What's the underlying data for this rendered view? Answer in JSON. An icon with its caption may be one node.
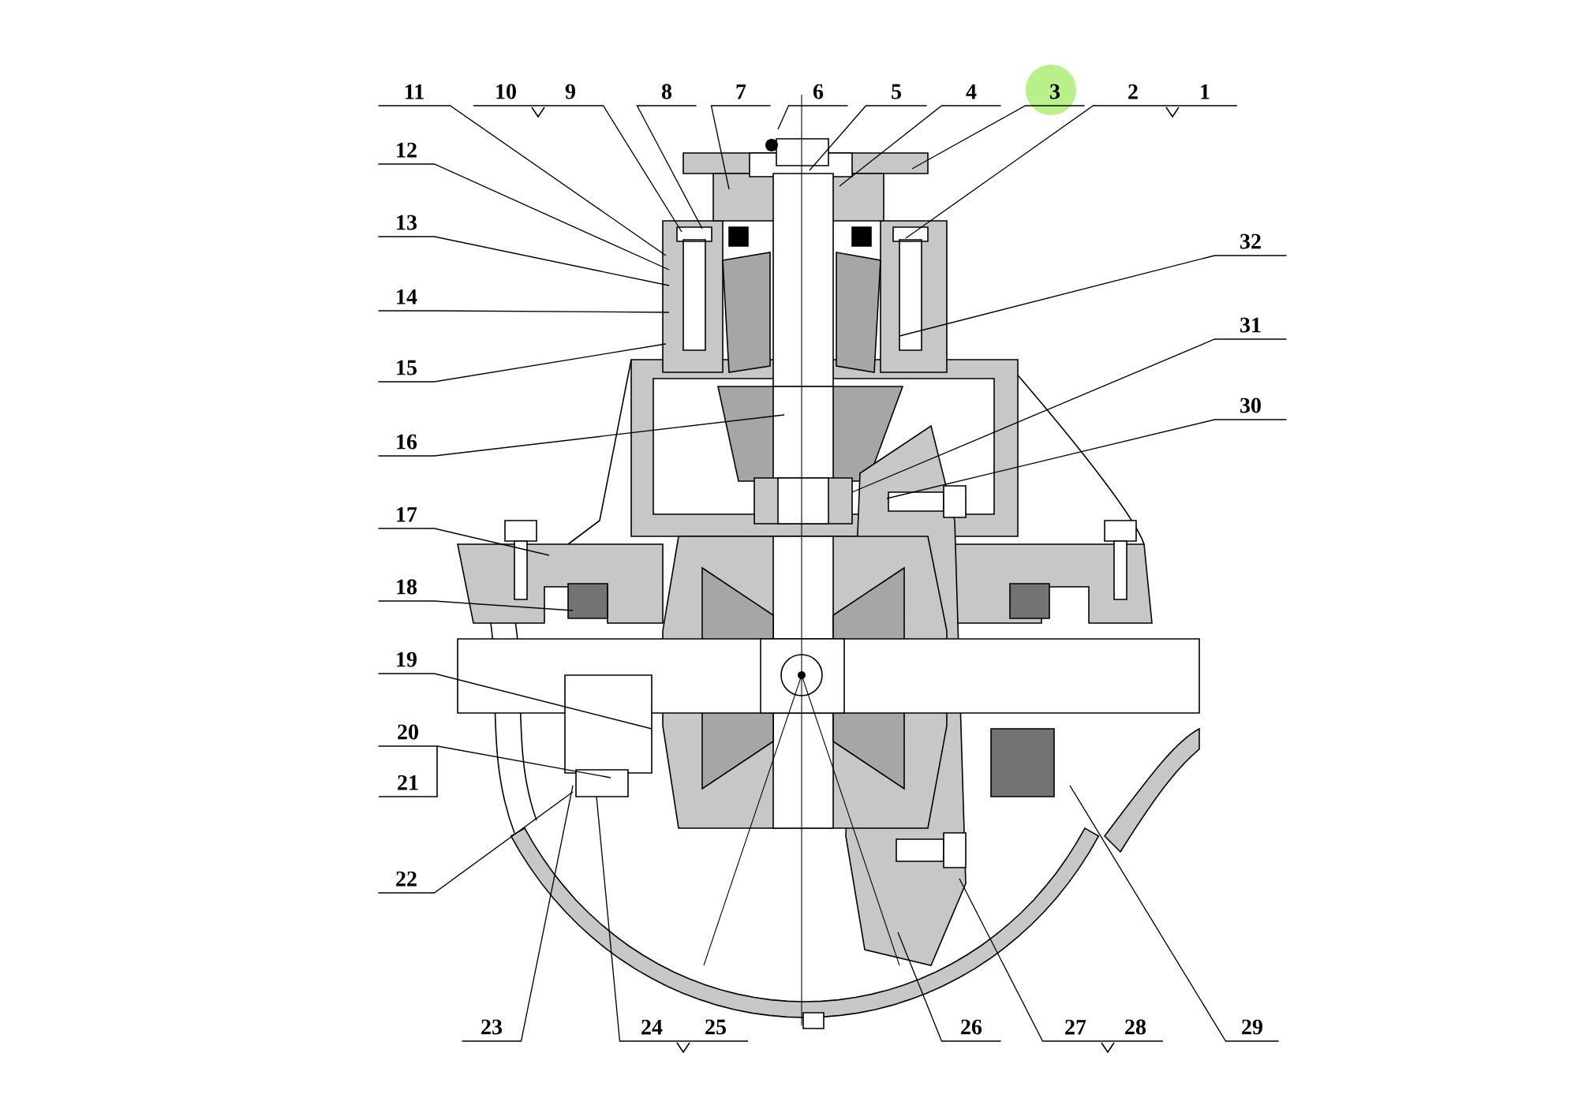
{
  "diagram": {
    "nodes": [
      {
        "text": [
          "11"
        ]
      },
      {
        "text": [
          "9"
        ]
      },
      {
        "text": [
          "8"
        ]
      },
      {
        "text": [
          "7"
        ]
      },
      {
        "text": [
          "6"
        ]
      },
      {
        "text": [
          "5"
        ]
      },
      {
        "text": [
          "4"
        ]
      },
      {
        "text": [
          "3"
        ]
      },
      {
        "text": [
          "2"
        ]
      },
      {
        "text": [
          "12"
        ]
      },
      {
        "text": [
          "13"
        ]
      },
      {
        "text": [
          "14"
        ]
      },
      {
        "text": [
          "15"
        ]
      },
      {
        "text": [
          "16"
        ]
      },
      {
        "text": [
          "17"
        ]
      },
      {
        "text": [
          "18"
        ]
      },
      {
        "text": [
          "19"
        ]
      },
      {
        "text": [
          "20"
        ]
      },
      {
        "text": [
          "22"
        ]
      },
      {
        "text": [
          "32"
        ]
      },
      {
        "text": [
          "31"
        ]
      },
      {
        "text": [
          "30"
        ]
      },
      {
        "text": [
          "23"
        ]
      },
      {
        "text": [
          "24"
        ]
      },
      {
        "text": [
          "26"
        ]
      },
      {
        "text": [
          "27"
        ]
      },
      {
        "text": [
          "29"
        ]
      }
    ],
    "edges": [
      {
        "from": 0,
        "to": null,
        "arrow": "none"
      },
      {
        "from": 1,
        "to": null,
        "arrow": "none"
      },
      {
        "from": 2,
        "to": null,
        "arrow": "none"
      },
      {
        "from": 3,
        "to": null,
        "arrow": "none"
      },
      {
        "from": 4,
        "to": null,
        "arrow": "none"
      },
      {
        "from": 5,
        "to": null,
        "arrow": "none"
      },
      {
        "from": 6,
        "to": null,
        "arrow": "none"
      },
      {
        "from": 7,
        "to": null,
        "arrow": "none"
      },
      {
        "from": 8,
        "to": null,
        "arrow": "none"
      },
      {
        "from": 9,
        "to": null,
        "arrow": "none"
      },
      {
        "from": 10,
        "to": null,
        "arrow": "none"
      },
      {
        "from": 11,
        "to": null,
        "arrow": "none"
      },
      {
        "from": 12,
        "to": null,
        "arrow": "none"
      },
      {
        "from": 13,
        "to": null,
        "arrow": "none"
      },
      {
        "from": 14,
        "to": null,
        "arrow": "none"
      },
      {
        "from": 15,
        "to": null,
        "arrow": "none"
      },
      {
        "from": 16,
        "to": null,
        "arrow": "none"
      },
      {
        "from": 17,
        "to": null,
        "arrow": "none"
      },
      {
        "from": 18,
        "to": null,
        "arrow": "none"
      },
      {
        "from": 19,
        "to": null,
        "arrow": "none"
      },
      {
        "from": 20,
        "to": null,
        "arrow": "none"
      },
      {
        "from": 21,
        "to": null,
        "arrow": "none"
      },
      {
        "from": 22,
        "to": null,
        "arrow": "none"
      },
      {
        "from": 23,
        "to": null,
        "arrow": "none"
      },
      {
        "from": 24,
        "to": null,
        "arrow": "none"
      },
      {
        "from": 25,
        "to": null,
        "arrow": "none"
      },
      {
        "from": 26,
        "to": null,
        "arrow": "none"
      }
    ],
    "labels": [
      "10",
      "1",
      "21",
      "25",
      "28"
    ]
  }
}
